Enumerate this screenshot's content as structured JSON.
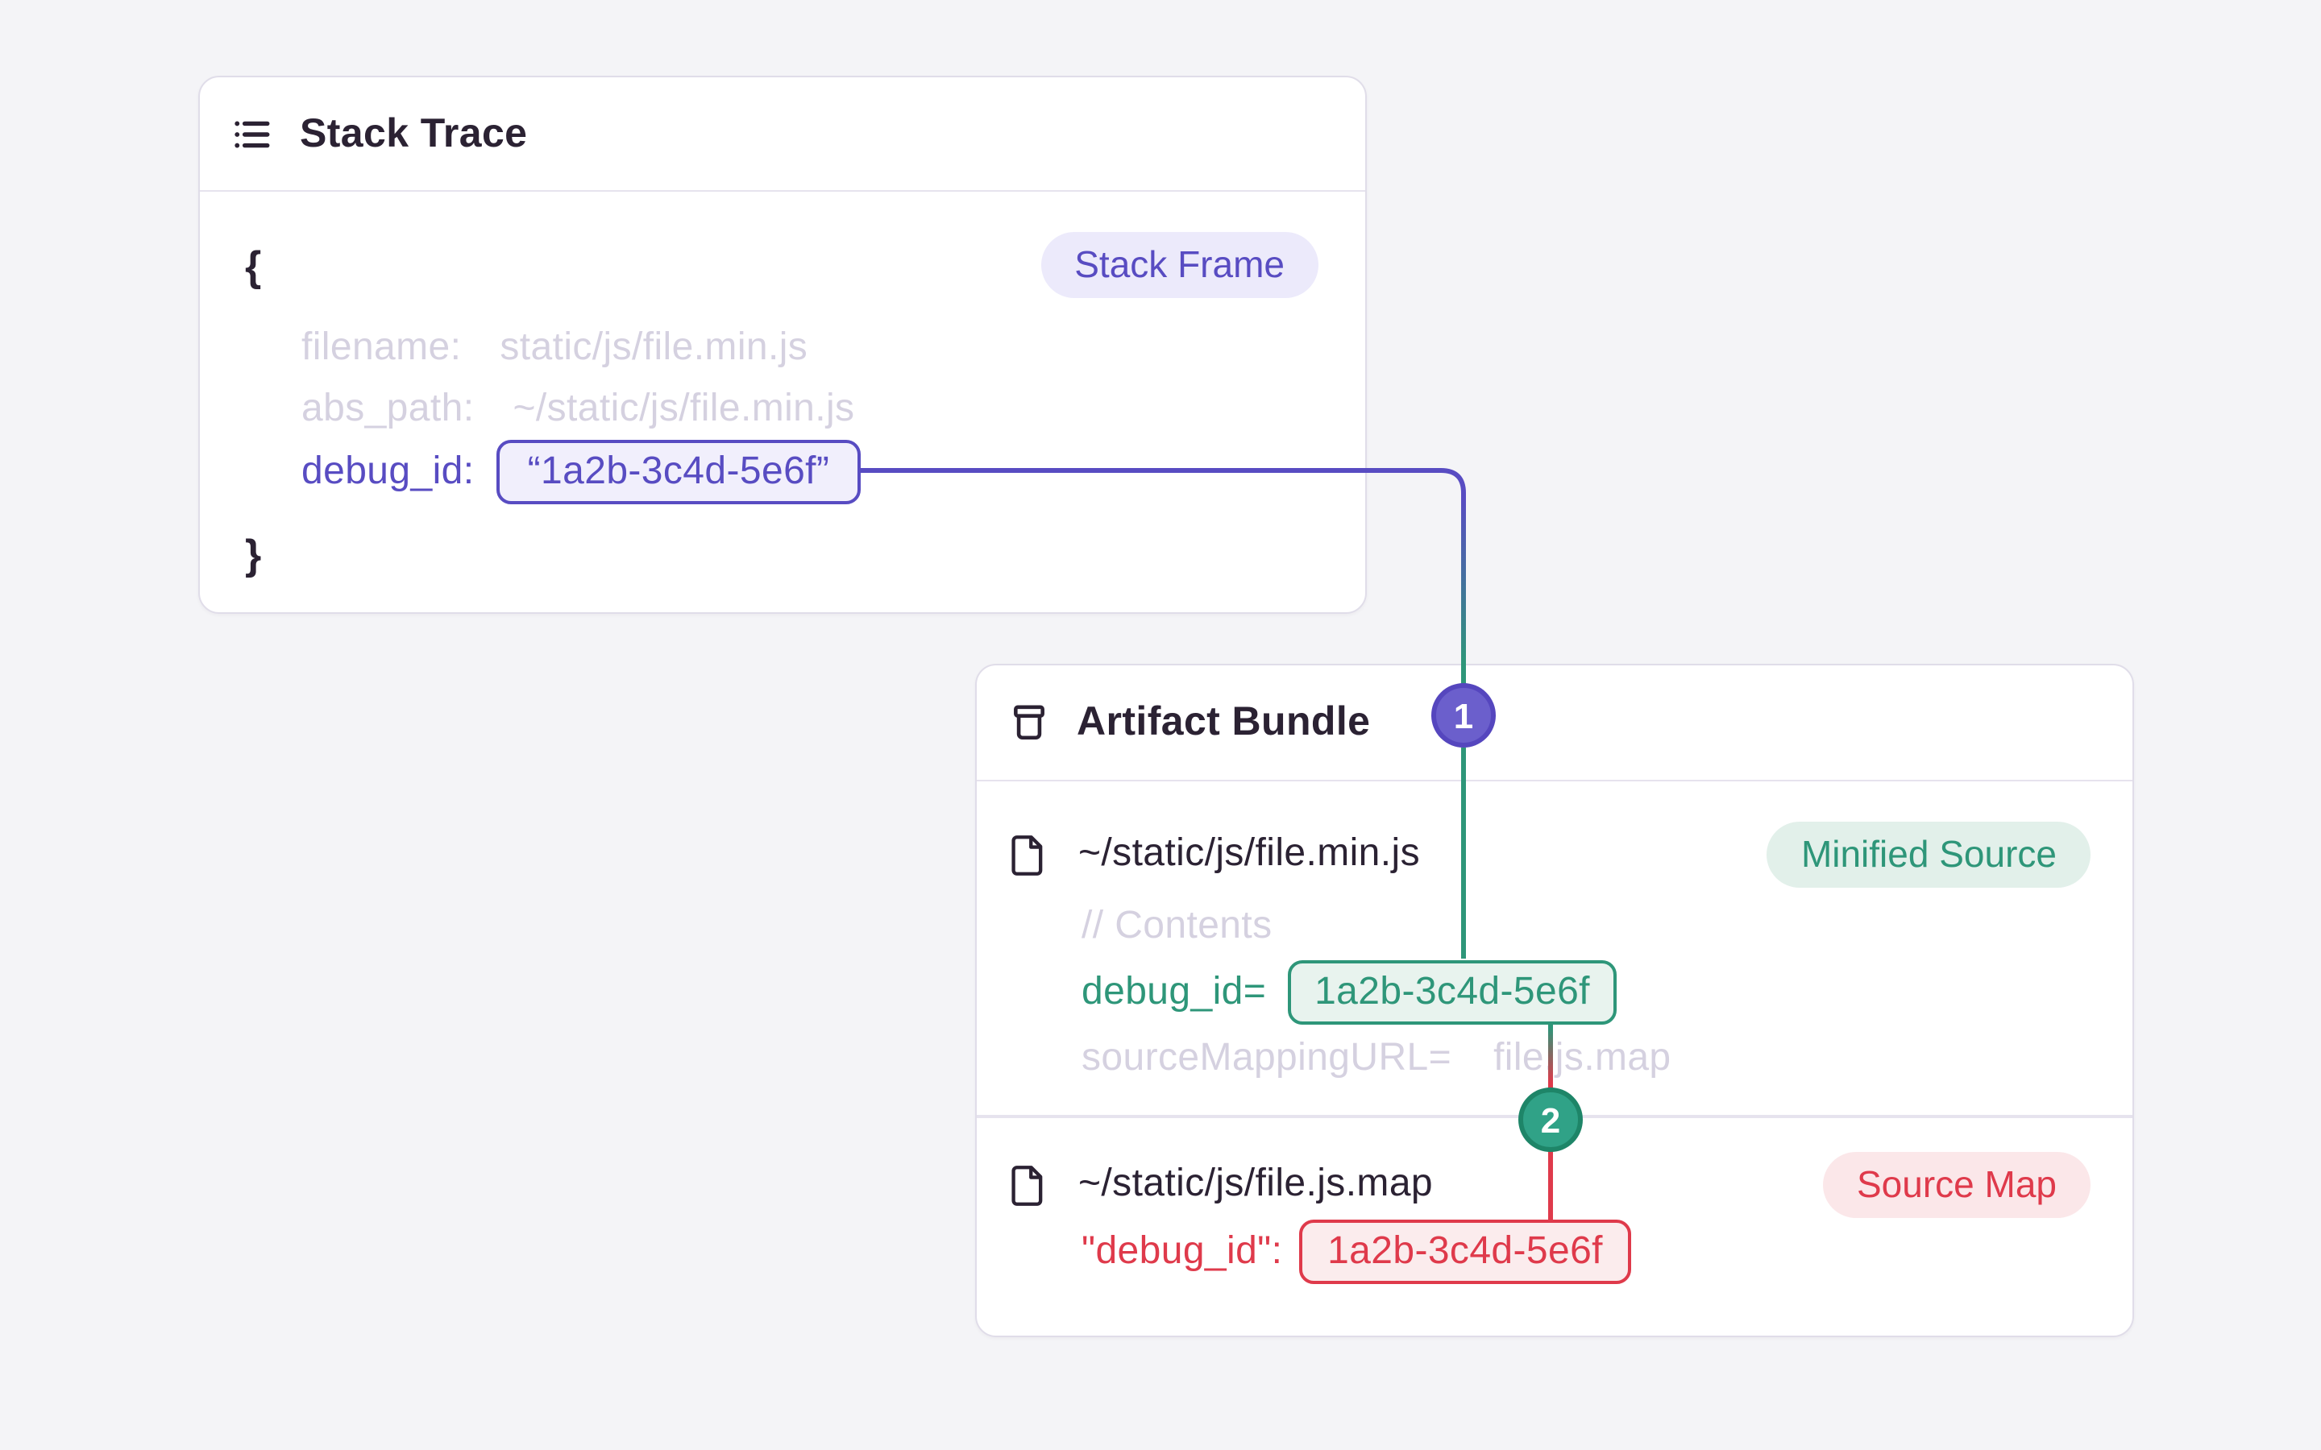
{
  "page": {
    "background_color": "#F4F4F7"
  },
  "stack_trace_card": {
    "title": "Stack Trace",
    "badge": "Stack Frame",
    "open_brace": "{",
    "close_brace": "}",
    "rows": {
      "filename": {
        "label": "filename:",
        "value": "static/js/file.min.js"
      },
      "abs_path": {
        "label": "abs_path:",
        "value": "~/static/js/file.min.js"
      },
      "debug_id": {
        "label": "debug_id:",
        "value": "“1a2b-3c4d-5e6f”"
      }
    }
  },
  "artifact_bundle_card": {
    "title": "Artifact Bundle",
    "minified_file": {
      "path": "~/static/js/file.min.js",
      "badge": "Minified Source",
      "comment": "// Contents",
      "debug_label": "debug_id=",
      "debug_value": "1a2b-3c4d-5e6f",
      "mapping_label": "sourceMappingURL=",
      "mapping_value": "file.js.map"
    },
    "sourcemap_file": {
      "path": "~/static/js/file.js.map",
      "badge": "Source Map",
      "debug_label": "\"debug_id\":",
      "debug_value": "1a2b-3c4d-5e6f"
    }
  },
  "connectors": {
    "marker_1": "1",
    "marker_2": "2",
    "purple_color": "#584CC2",
    "green_color": "#2E9679",
    "red_color": "#DF3A4B",
    "marker1_fill": "#6B5FCC",
    "marker1_border": "#5546BE",
    "marker2_fill": "#30A287",
    "marker2_border": "#1E8568"
  }
}
